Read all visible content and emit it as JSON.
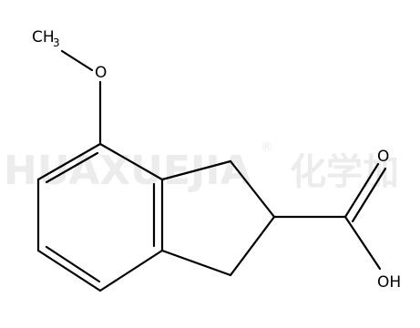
{
  "watermark": {
    "latin": "HUAXUEJIA",
    "registered": "®",
    "chinese": "化学加"
  },
  "molecule": {
    "methyl": {
      "main": "CH",
      "subscript": "3"
    },
    "ether_oxygen": "O",
    "carbonyl_oxygen": "O",
    "hydroxyl": "OH"
  }
}
